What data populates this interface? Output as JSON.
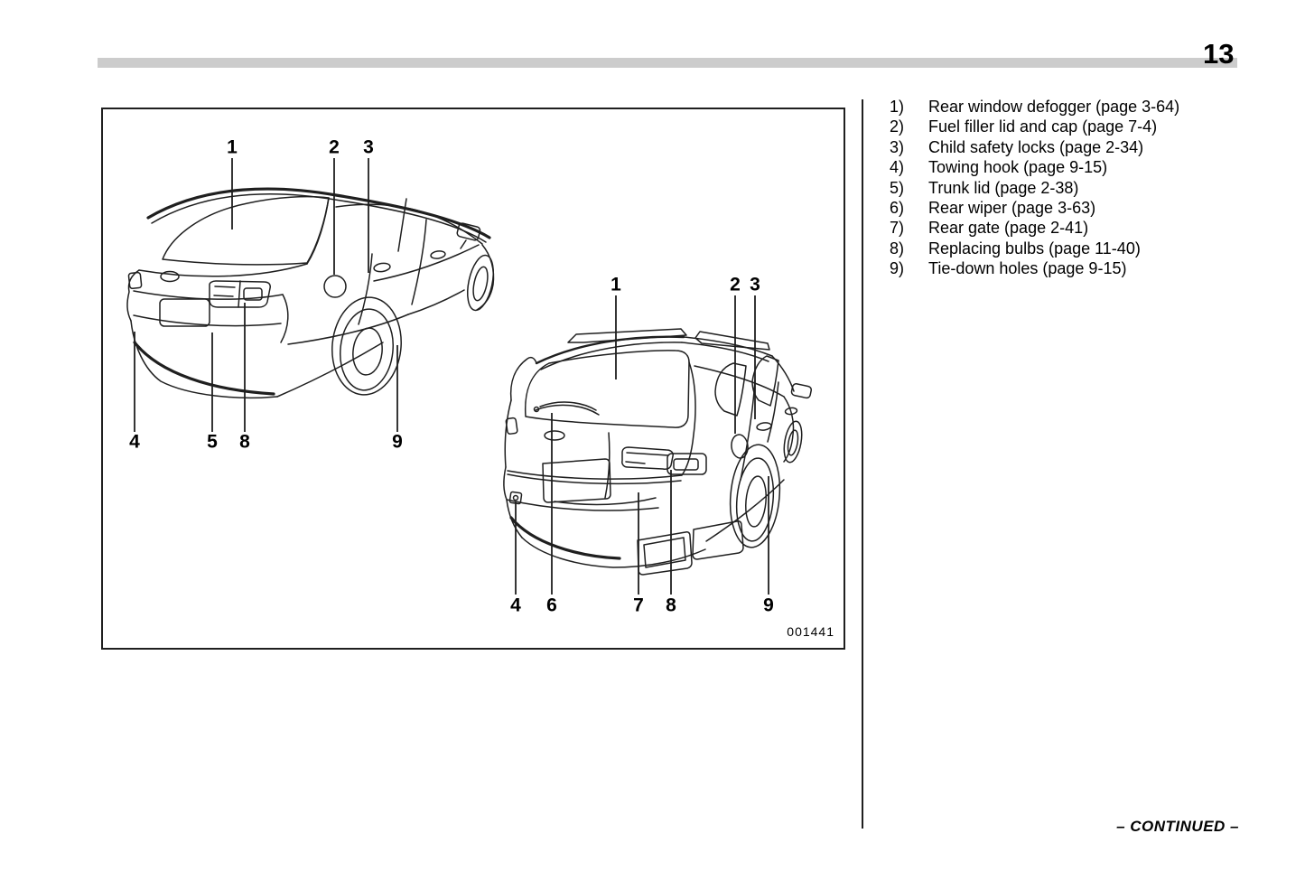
{
  "page": {
    "number": "13",
    "continued_label": "– CONTINUED –"
  },
  "figure": {
    "code": "001441"
  },
  "legend": {
    "items": [
      {
        "num": "1)",
        "label": "Rear window defogger (page 3-64)"
      },
      {
        "num": "2)",
        "label": "Fuel filler lid and cap (page 7-4)"
      },
      {
        "num": "3)",
        "label": "Child safety locks (page 2-34)"
      },
      {
        "num": "4)",
        "label": "Towing hook (page 9-15)"
      },
      {
        "num": "5)",
        "label": "Trunk lid (page 2-38)"
      },
      {
        "num": "6)",
        "label": "Rear wiper (page 3-63)"
      },
      {
        "num": "7)",
        "label": "Rear gate (page 2-41)"
      },
      {
        "num": "8)",
        "label": "Replacing bulbs (page 11-40)"
      },
      {
        "num": "9)",
        "label": "Tie-down holes (page 9-15)"
      }
    ]
  },
  "callouts": {
    "sedan": [
      "1",
      "2",
      "3",
      "4",
      "5",
      "8",
      "9"
    ],
    "wagon": [
      "1",
      "2",
      "3",
      "4",
      "6",
      "7",
      "8",
      "9"
    ]
  },
  "colors": {
    "line": "#1f1f1f",
    "bar": "#cccccc"
  }
}
